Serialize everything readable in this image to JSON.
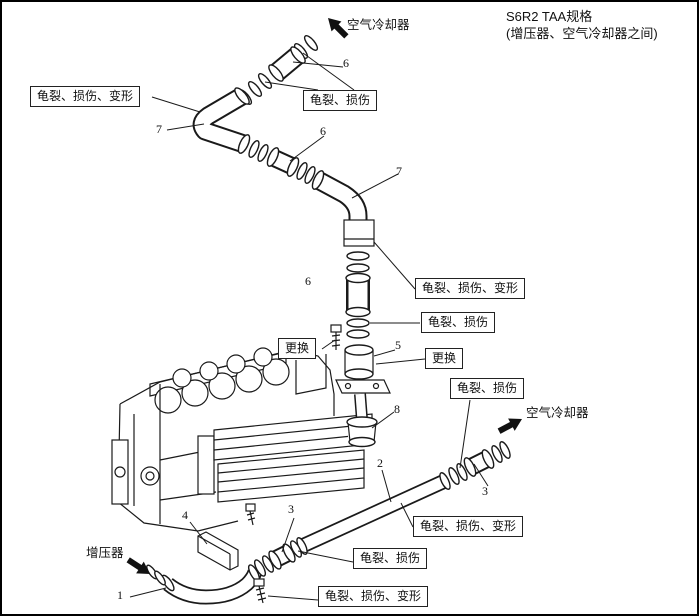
{
  "title": {
    "line1": "S6R2 TAA规格",
    "line2": "(增压器、空气冷却器之间)"
  },
  "flow_labels": {
    "air_cooler_top": "空气冷却器",
    "air_cooler_right": "空气冷却器",
    "turbocharger": "增压器"
  },
  "callouts": [
    {
      "text": "龟裂、损伤、变形"
    },
    {
      "text": "龟裂、损伤"
    },
    {
      "text": "龟裂、损伤、变形"
    },
    {
      "text": "龟裂、损伤"
    },
    {
      "text": "更换"
    },
    {
      "text": "更换"
    },
    {
      "text": "龟裂、损伤"
    },
    {
      "text": "龟裂、损伤、变形"
    },
    {
      "text": "龟裂、损伤"
    },
    {
      "text": "龟裂、损伤、变形"
    }
  ],
  "parts": [
    "6",
    "7",
    "6",
    "7",
    "6",
    "5",
    "8",
    "2",
    "3",
    "3",
    "4",
    "1"
  ],
  "icons": {
    "top_flow": "arrow-up-left-icon",
    "right_flow": "arrow-up-right-icon",
    "turbo_flow": "arrow-down-right-icon"
  },
  "colors": {
    "line": "#1a1a1a",
    "background": "#ffffff",
    "arrow": "#111111"
  }
}
